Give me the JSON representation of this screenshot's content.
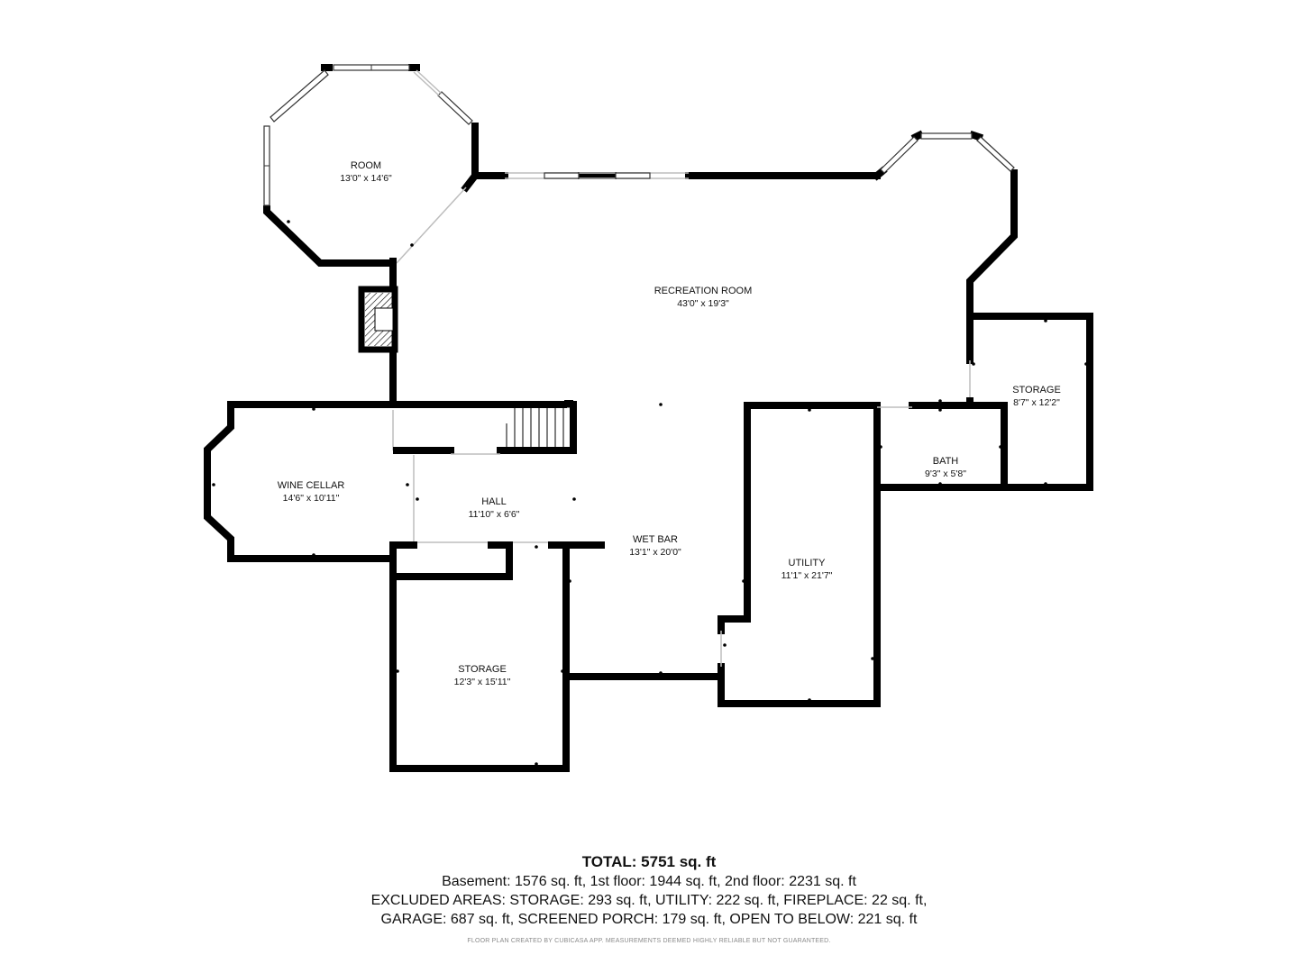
{
  "rooms": [
    {
      "id": "room",
      "name": "ROOM",
      "dims": "13'0\" x 14'6\""
    },
    {
      "id": "recreation",
      "name": "RECREATION ROOM",
      "dims": "43'0\" x 19'3\""
    },
    {
      "id": "storage_east",
      "name": "STORAGE",
      "dims": "8'7\" x 12'2\""
    },
    {
      "id": "bath",
      "name": "BATH",
      "dims": "9'3\" x 5'8\""
    },
    {
      "id": "wine_cellar",
      "name": "WINE CELLAR",
      "dims": "14'6\" x 10'11\""
    },
    {
      "id": "hall",
      "name": "HALL",
      "dims": "11'10\" x 6'6\""
    },
    {
      "id": "wet_bar",
      "name": "WET BAR",
      "dims": "13'1\" x 20'0\""
    },
    {
      "id": "utility",
      "name": "UTILITY",
      "dims": "11'1\" x 21'7\""
    },
    {
      "id": "storage_south",
      "name": "STORAGE",
      "dims": "12'3\" x 15'11\""
    }
  ],
  "summary": {
    "total": "TOTAL: 5751 sq. ft",
    "line1": "Basement: 1576 sq. ft, 1st floor: 1944 sq. ft, 2nd floor: 2231 sq. ft",
    "line2": "EXCLUDED AREAS: STORAGE: 293 sq. ft, UTILITY: 222 sq. ft, FIREPLACE: 22 sq. ft,",
    "line3": "GARAGE: 687 sq. ft, SCREENED PORCH: 179 sq. ft, OPEN TO BELOW: 221 sq. ft",
    "credit": "FLOOR PLAN CREATED BY CUBICASA APP. MEASUREMENTS DEEMED HIGHLY RELIABLE BUT NOT GUARANTEED."
  }
}
